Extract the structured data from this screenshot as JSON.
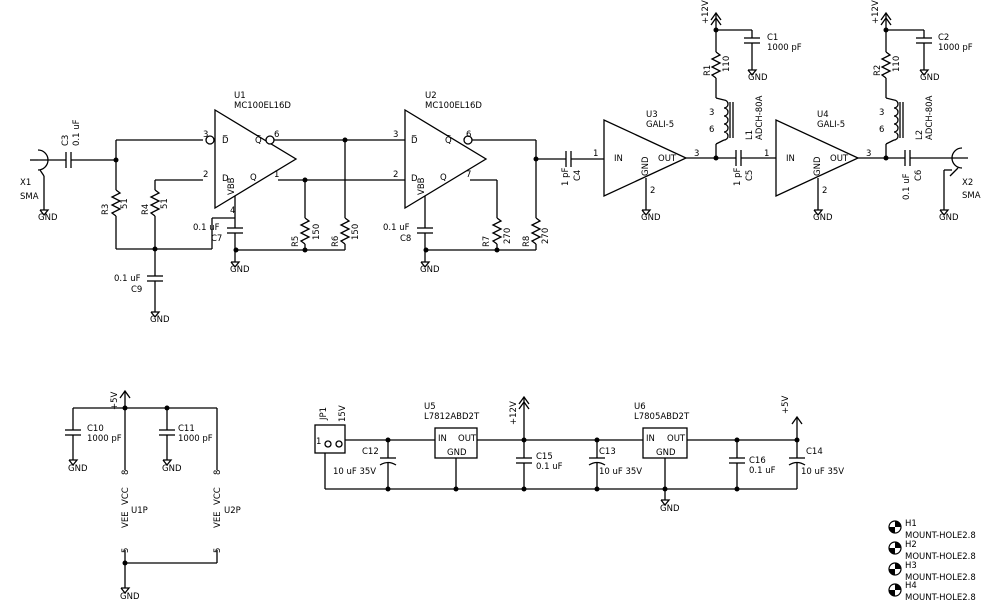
{
  "nets": {
    "gnd": "GND",
    "p12": "+12V",
    "p5": "+5V"
  },
  "connectors": {
    "x1": {
      "ref": "X1",
      "value": "SMA"
    },
    "x2": {
      "ref": "X2",
      "value": "SMA"
    }
  },
  "caps": {
    "c1": {
      "ref": "C1",
      "value": "1000 pF"
    },
    "c2": {
      "ref": "C2",
      "value": "1000 pF"
    },
    "c3": {
      "ref": "C3",
      "value": "0.1 uF"
    },
    "c4": {
      "ref": "C4",
      "value": "1 pF"
    },
    "c5": {
      "ref": "C5",
      "value": "1 pF"
    },
    "c6": {
      "ref": "C6",
      "value": "0.1 uF"
    },
    "c7": {
      "ref": "C7",
      "value": "0.1 uF"
    },
    "c8": {
      "ref": "C8",
      "value": "0.1 uF"
    },
    "c9": {
      "ref": "C9",
      "value": "0.1 uF"
    },
    "c10": {
      "ref": "C10",
      "value": "1000 pF"
    },
    "c11": {
      "ref": "C11",
      "value": "1000 pF"
    },
    "c12": {
      "ref": "C12",
      "value": "10 uF 35V"
    },
    "c13": {
      "ref": "C13",
      "value": "10 uF 35V"
    },
    "c14": {
      "ref": "C14",
      "value": "10 uF 35V"
    },
    "c15": {
      "ref": "C15",
      "value": "0.1 uF"
    },
    "c16": {
      "ref": "C16",
      "value": "0.1 uF"
    }
  },
  "resistors": {
    "r1": {
      "ref": "R1",
      "value": "110"
    },
    "r2": {
      "ref": "R2",
      "value": "110"
    },
    "r3": {
      "ref": "R3",
      "value": "51"
    },
    "r4": {
      "ref": "R4",
      "value": "51"
    },
    "r5": {
      "ref": "R5",
      "value": "150"
    },
    "r6": {
      "ref": "R6",
      "value": "150"
    },
    "r7": {
      "ref": "R7",
      "value": "270"
    },
    "r8": {
      "ref": "R8",
      "value": "270"
    }
  },
  "inductors": {
    "l1": {
      "ref": "L1",
      "value": "ADCH-80A"
    },
    "l2": {
      "ref": "L2",
      "value": "ADCH-80A"
    }
  },
  "chips": {
    "u1": {
      "ref": "U1",
      "value": "MC100EL16D"
    },
    "u2": {
      "ref": "U2",
      "value": "MC100EL16D"
    },
    "u3": {
      "ref": "U3",
      "value": "GALI-5"
    },
    "u4": {
      "ref": "U4",
      "value": "GALI-5"
    },
    "u5": {
      "ref": "U5",
      "value": "L7812ABD2T"
    },
    "u6": {
      "ref": "U6",
      "value": "L7805ABD2T"
    },
    "u1p": {
      "ref": "U1P"
    },
    "u2p": {
      "ref": "U2P"
    }
  },
  "jumper": {
    "ref": "JP1",
    "value": "15V"
  },
  "pins": {
    "d_bar": "D̅",
    "q_bar": "Q̅",
    "d": "D",
    "q": "Q",
    "vbb": "VBB",
    "in": "IN",
    "out": "OUT",
    "gnd": "GND",
    "vcc": "VCC",
    "vee": "VEE",
    "n1": "1",
    "n2": "2",
    "n3": "3",
    "n4": "4",
    "n5": "5",
    "n6": "6",
    "n7": "7",
    "n8": "8"
  },
  "mount_holes": [
    {
      "ref": "H1",
      "value": "MOUNT-HOLE2.8"
    },
    {
      "ref": "H2",
      "value": "MOUNT-HOLE2.8"
    },
    {
      "ref": "H3",
      "value": "MOUNT-HOLE2.8"
    },
    {
      "ref": "H4",
      "value": "MOUNT-HOLE2.8"
    }
  ]
}
